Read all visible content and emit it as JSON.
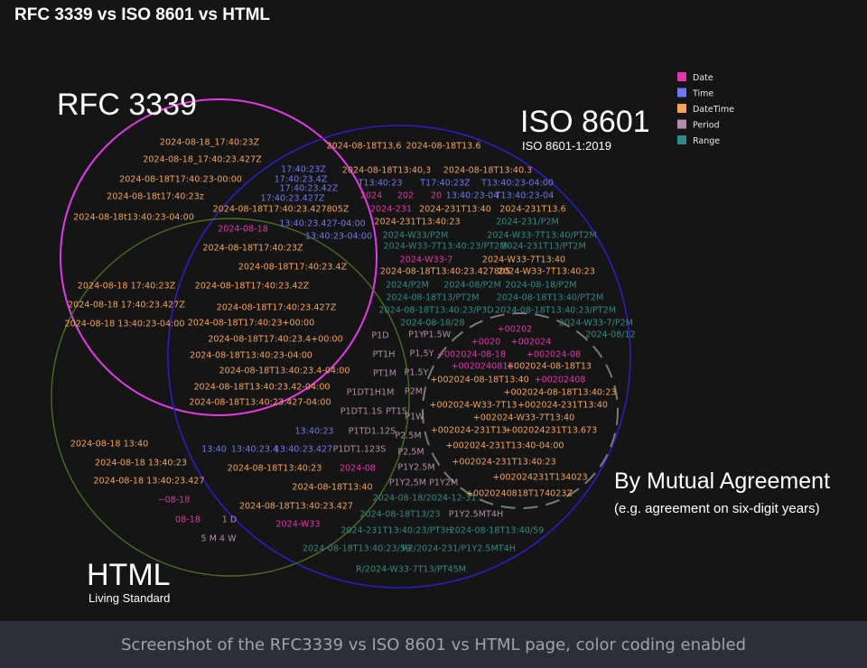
{
  "page": {
    "title": "RFC 3339 vs ISO 8601 vs HTML",
    "caption": "Screenshot of the RFC3339 vs ISO 8601 vs HTML page, color coding enabled"
  },
  "colors": {
    "background": "#151515",
    "caption_bar": "#2c2f37",
    "date": "#e535ab",
    "time": "#6f78f3",
    "datetime": "#f5a35a",
    "period": "#b58cab",
    "range": "#2f8c84",
    "rfc_circle": "#e43ae8",
    "iso_circle": "#2d1fc2",
    "html_circle": "#4a6f1f",
    "mutual_circle": "#7a7a7a",
    "label_white": "#ffffff"
  },
  "legend": [
    {
      "label": "Date",
      "category": "date"
    },
    {
      "label": "Time",
      "category": "time"
    },
    {
      "label": "DateTime",
      "category": "datetime"
    },
    {
      "label": "Period",
      "category": "period"
    },
    {
      "label": "Range",
      "category": "range"
    }
  ],
  "sets": {
    "rfc": {
      "title": "RFC 3339"
    },
    "iso": {
      "title": "ISO 8601",
      "subtitle": "ISO 8601-1:2019"
    },
    "html": {
      "title": "HTML",
      "subtitle": "Living Standard"
    },
    "mutual": {
      "title": "By Mutual Agreement",
      "subtitle": "(e.g. agreement on six-digit years)"
    }
  },
  "items": {
    "rfc": [
      {
        "text": "2024-08-18_17:40:23Z",
        "category": "datetime"
      },
      {
        "text": "2024-08-18_17:40:23.427Z",
        "category": "datetime"
      },
      {
        "text": "2024-08-18T17:40:23-00:00",
        "category": "datetime"
      },
      {
        "text": "2024-08-18t17:40:23z",
        "category": "datetime"
      },
      {
        "text": "2024-08-18t13:40:23-04:00",
        "category": "datetime"
      }
    ],
    "rfc_html": [
      {
        "text": "2024-08-18 17:40:23Z",
        "category": "datetime"
      },
      {
        "text": "2024-08-18 17:40:23.427Z",
        "category": "datetime"
      },
      {
        "text": "2024-08-18 13:40:23-04:00",
        "category": "datetime"
      }
    ],
    "rfc_iso": [
      {
        "text": "17:40:23Z",
        "category": "time"
      },
      {
        "text": "17:40:23.4Z",
        "category": "time"
      },
      {
        "text": "17:40:23.42Z",
        "category": "time"
      },
      {
        "text": "17:40:23.427Z",
        "category": "time"
      },
      {
        "text": "2024-08-18T17:40:23.427805Z",
        "category": "datetime"
      },
      {
        "text": "13:40:23.427-04:00",
        "category": "time"
      },
      {
        "text": "13:40:23-04:00",
        "category": "time"
      }
    ],
    "all3": [
      {
        "text": "2024-08-18",
        "category": "date"
      },
      {
        "text": "2024-08-18T17:40:23Z",
        "category": "datetime"
      },
      {
        "text": "2024-08-18T17:40:23.4Z",
        "category": "datetime"
      },
      {
        "text": "2024-08-18T17:40:23.42Z",
        "category": "datetime"
      },
      {
        "text": "2024-08-18T17:40:23.427Z",
        "category": "datetime"
      },
      {
        "text": "2024-08-18T17:40:23+00:00",
        "category": "datetime"
      },
      {
        "text": "2024-08-18T17:40:23.4+00:00",
        "category": "datetime"
      },
      {
        "text": "2024-08-18T13:40:23-04:00",
        "category": "datetime"
      },
      {
        "text": "2024-08-18T13:40:23.4-04:00",
        "category": "datetime"
      },
      {
        "text": "2024-08-18T13:40:23.42-04:00",
        "category": "datetime"
      },
      {
        "text": "2024-08-18T13:40:23.427-04:00",
        "category": "datetime"
      }
    ],
    "html": [
      {
        "text": "2024-08-18 13:40",
        "category": "datetime"
      },
      {
        "text": "2024-08-18 13:40:23",
        "category": "datetime"
      },
      {
        "text": "2024-08-18 13:40:23.427",
        "category": "datetime"
      },
      {
        "text": "--08-18",
        "category": "date"
      },
      {
        "text": "08-18",
        "category": "date"
      },
      {
        "text": "1 D",
        "category": "period"
      },
      {
        "text": "5 M 4 W",
        "category": "period"
      }
    ],
    "iso_html": [
      {
        "text": "P1D",
        "category": "period"
      },
      {
        "text": "PT1H",
        "category": "period"
      },
      {
        "text": "PT1M",
        "category": "period"
      },
      {
        "text": "P1DT1H1M",
        "category": "period"
      },
      {
        "text": "P1DT1.1S",
        "category": "period"
      },
      {
        "text": "PT1S",
        "category": "period"
      },
      {
        "text": "13:40:23",
        "category": "time"
      },
      {
        "text": "P1TD1.12S",
        "category": "period"
      },
      {
        "text": "13:40",
        "category": "time"
      },
      {
        "text": "13:40:23.4",
        "category": "time"
      },
      {
        "text": "13:40:23.427",
        "category": "time"
      },
      {
        "text": "P1DT1.123S",
        "category": "period"
      },
      {
        "text": "2024-08-18T13:40:23",
        "category": "datetime"
      },
      {
        "text": "2024-08",
        "category": "date"
      },
      {
        "text": "2024-08-18T13:40",
        "category": "datetime"
      },
      {
        "text": "2024-08-18T13:40:23.427",
        "category": "datetime"
      },
      {
        "text": "2024-W33",
        "category": "date"
      }
    ],
    "iso": [
      {
        "text": "2024-08-18T13,6",
        "category": "datetime"
      },
      {
        "text": "2024-08-18T13.6",
        "category": "datetime"
      },
      {
        "text": "2024-08-18T13:40,3",
        "category": "datetime"
      },
      {
        "text": "2024-08-18T13:40.3",
        "category": "datetime"
      },
      {
        "text": "T13:40:23",
        "category": "time"
      },
      {
        "text": "T17:40:23Z",
        "category": "time"
      },
      {
        "text": "T13:40:23-04:00",
        "category": "time"
      },
      {
        "text": "2024",
        "category": "date"
      },
      {
        "text": "202",
        "category": "date"
      },
      {
        "text": "20",
        "category": "date"
      },
      {
        "text": "13:40:23-04",
        "category": "time"
      },
      {
        "text": "T13:40:23-04",
        "category": "time"
      },
      {
        "text": "2024-231",
        "category": "date"
      },
      {
        "text": "2024-231T13:40",
        "category": "datetime"
      },
      {
        "text": "2024-231T13.6",
        "category": "datetime"
      },
      {
        "text": "2024-231T13:40:23",
        "category": "datetime"
      },
      {
        "text": "2024-231/P2M",
        "category": "range"
      },
      {
        "text": "2024-W33/P2M",
        "category": "range"
      },
      {
        "text": "2024-W33-7T13:40/PT2M",
        "category": "range"
      },
      {
        "text": "2024-W33-7T13:40:23/PT2M",
        "category": "range"
      },
      {
        "text": "2024-231T13/PT2M",
        "category": "range"
      },
      {
        "text": "2024-W33-7",
        "category": "date"
      },
      {
        "text": "2024-W33-7T13:40",
        "category": "datetime"
      },
      {
        "text": "2024-08-18T13:40:23.427805",
        "category": "datetime"
      },
      {
        "text": "2024-W33-7T13:40:23",
        "category": "datetime"
      },
      {
        "text": "2024/P2M",
        "category": "range"
      },
      {
        "text": "2024-08/P2M",
        "category": "range"
      },
      {
        "text": "2024-08-18/P2M",
        "category": "range"
      },
      {
        "text": "2024-08-18T13/PT2M",
        "category": "range"
      },
      {
        "text": "2024-08-18T13:40/PT2M",
        "category": "range"
      },
      {
        "text": "2024-08-18T13:40:23/P3D",
        "category": "range"
      },
      {
        "text": "2024-08-18T13:40:23/PT2M",
        "category": "range"
      },
      {
        "text": "2024-08-18/28",
        "category": "range"
      },
      {
        "text": "2024-W33-7/P2M",
        "category": "range"
      },
      {
        "text": "P1Y",
        "category": "period"
      },
      {
        "text": "P1.5W",
        "category": "period"
      },
      {
        "text": "2024-08/12",
        "category": "range"
      },
      {
        "text": "P1,5Y",
        "category": "period"
      },
      {
        "text": "P1.5Y",
        "category": "period"
      },
      {
        "text": "P2M",
        "category": "period"
      },
      {
        "text": "P1W",
        "category": "period"
      },
      {
        "text": "P2.5M",
        "category": "period"
      },
      {
        "text": "P2,5M",
        "category": "period"
      },
      {
        "text": "P1Y2.5M",
        "category": "period"
      },
      {
        "text": "P1Y2,5M P1Y2M",
        "category": "period"
      },
      {
        "text": "2024-08-18/2024-12-31",
        "category": "range"
      },
      {
        "text": "2024-08-18T13/23",
        "category": "range"
      },
      {
        "text": "P1Y2.5MT4H",
        "category": "period"
      },
      {
        "text": "2024-231T13:40:23/PT3H",
        "category": "range"
      },
      {
        "text": "2024-08-18T13:40/59",
        "category": "range"
      },
      {
        "text": "2024-08-18T13:40:23/59",
        "category": "range"
      },
      {
        "text": "R2/2024-231/P1Y2.5MT4H",
        "category": "range"
      },
      {
        "text": "R/2024-W33-7T13/PT45M",
        "category": "range"
      }
    ],
    "mutual": [
      {
        "text": "+00202",
        "category": "date"
      },
      {
        "text": "+0020",
        "category": "date"
      },
      {
        "text": "+002024",
        "category": "date"
      },
      {
        "text": "+002024-08-18",
        "category": "date"
      },
      {
        "text": "+002024-08",
        "category": "date"
      },
      {
        "text": "+0020240818",
        "category": "date"
      },
      {
        "text": "+002024-08-18T13",
        "category": "datetime"
      },
      {
        "text": "+002024-08-18T13:40",
        "category": "datetime"
      },
      {
        "text": "+00202408",
        "category": "date"
      },
      {
        "text": "+002024-08-18T13:40:23",
        "category": "datetime"
      },
      {
        "text": "+002024-W33-7T13",
        "category": "datetime"
      },
      {
        "text": "+002024-231T13:40",
        "category": "datetime"
      },
      {
        "text": "+002024-W33-7T13:40",
        "category": "datetime"
      },
      {
        "text": "+002024-231T13",
        "category": "datetime"
      },
      {
        "text": "+002024231T13.673",
        "category": "datetime"
      },
      {
        "text": "+002024-231T13:40-04:00",
        "category": "datetime"
      },
      {
        "text": "+002024-231T13:40:23",
        "category": "datetime"
      },
      {
        "text": "+002024231T134023",
        "category": "datetime"
      },
      {
        "text": "+0020240818T174023Z",
        "category": "datetime"
      }
    ]
  }
}
